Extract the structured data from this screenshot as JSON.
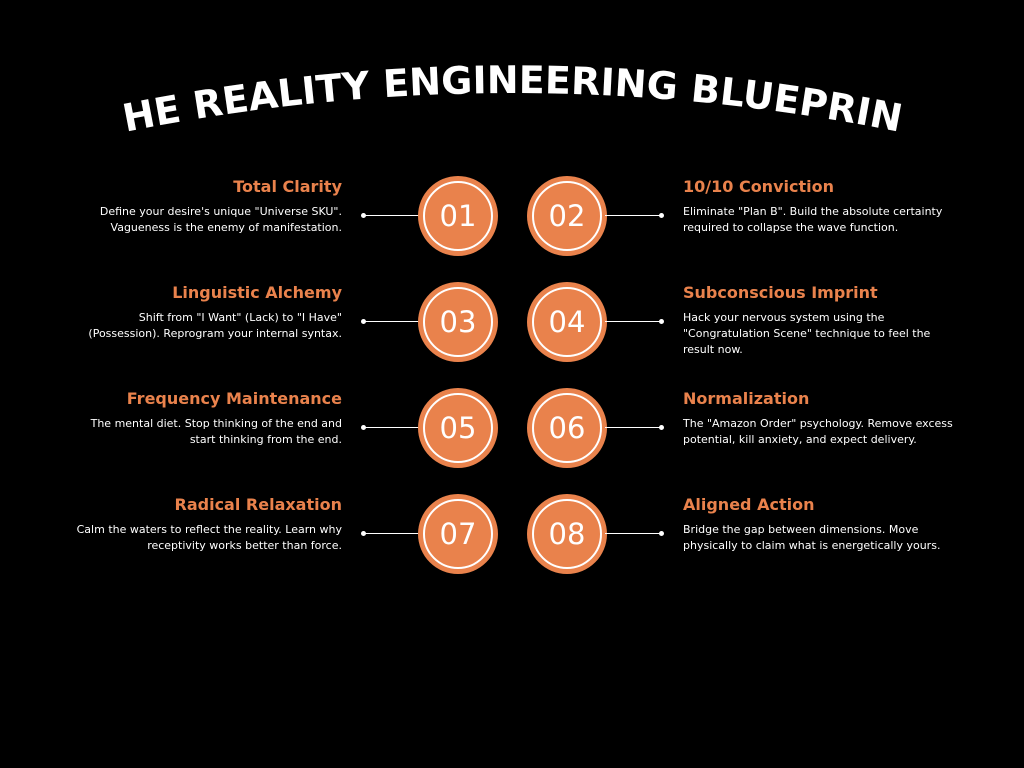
{
  "title": "THE REALITY ENGINEERING BLUEPRINT",
  "colors": {
    "background": "#000000",
    "accent": "#e9824c",
    "text": "#ffffff"
  },
  "steps": [
    {
      "number": "01",
      "title": "Total Clarity",
      "description": "Define your desire's unique \"Universe SKU\". Vagueness is the enemy of manifestation."
    },
    {
      "number": "02",
      "title": "10/10 Conviction",
      "description": "Eliminate \"Plan B\". Build the absolute certainty required to collapse the wave function."
    },
    {
      "number": "03",
      "title": "Linguistic Alchemy",
      "description": "Shift from \"I Want\" (Lack) to \"I Have\" (Possession). Reprogram your internal syntax."
    },
    {
      "number": "04",
      "title": "Subconscious Imprint",
      "description": "Hack your nervous system using the \"Congratulation Scene\" technique to feel the result now."
    },
    {
      "number": "05",
      "title": "Frequency Maintenance",
      "description": "The mental diet. Stop thinking of the end and start thinking from the end."
    },
    {
      "number": "06",
      "title": "Normalization",
      "description": "The \"Amazon Order\" psychology. Remove excess potential, kill anxiety, and expect delivery."
    },
    {
      "number": "07",
      "title": "Radical Relaxation",
      "description": "Calm the waters to reflect the reality. Learn why receptivity works better than force."
    },
    {
      "number": "08",
      "title": "Aligned Action",
      "description": "Bridge the gap between dimensions. Move physically to claim what is energetically yours."
    }
  ]
}
